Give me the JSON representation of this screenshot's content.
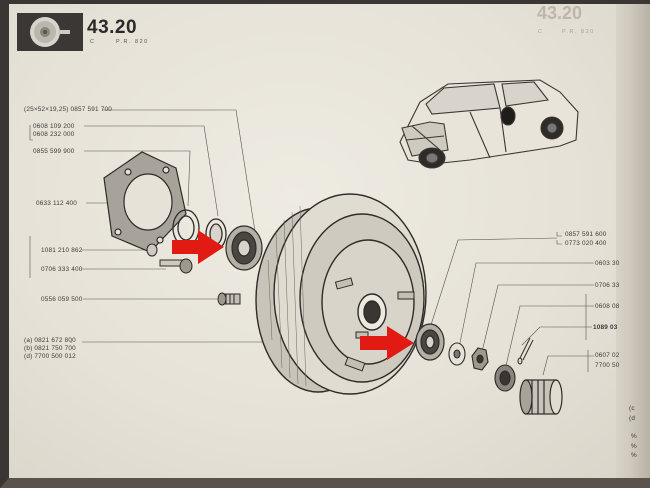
{
  "header": {
    "page_number": "43.20",
    "sub_left": "C",
    "sub_right": "P.R. 820",
    "next_page_partial": "43.20",
    "next_sub_left": "C",
    "next_sub_right": "P.R. 820"
  },
  "left_labels": [
    "(25×52×19,25) 0857 591 700",
    "0608 109 200",
    "0608 232 000",
    "0855 599 900",
    "0633 112 400",
    "1081 210 862",
    "0706 333 400",
    "0556 059 500",
    "(a) 0821 672 800",
    "(b) 0821 750 700",
    "(d) 7700 500 012"
  ],
  "right_labels": [
    "0857 591 600",
    "0773 020 400",
    "0603 30",
    "0706 33",
    "0608 08",
    "1089 03",
    "0607 02",
    "7700 50"
  ],
  "margin_marks": [
    "(c",
    "(d",
    "%",
    "%",
    "%"
  ],
  "colors": {
    "paper": "#e8e4da",
    "ink": "#3c3a38",
    "arrow_red": "#e11b14"
  },
  "icons": [
    "car-illustration",
    "drum-thumbnail",
    "red-arrow",
    "red-arrow"
  ]
}
